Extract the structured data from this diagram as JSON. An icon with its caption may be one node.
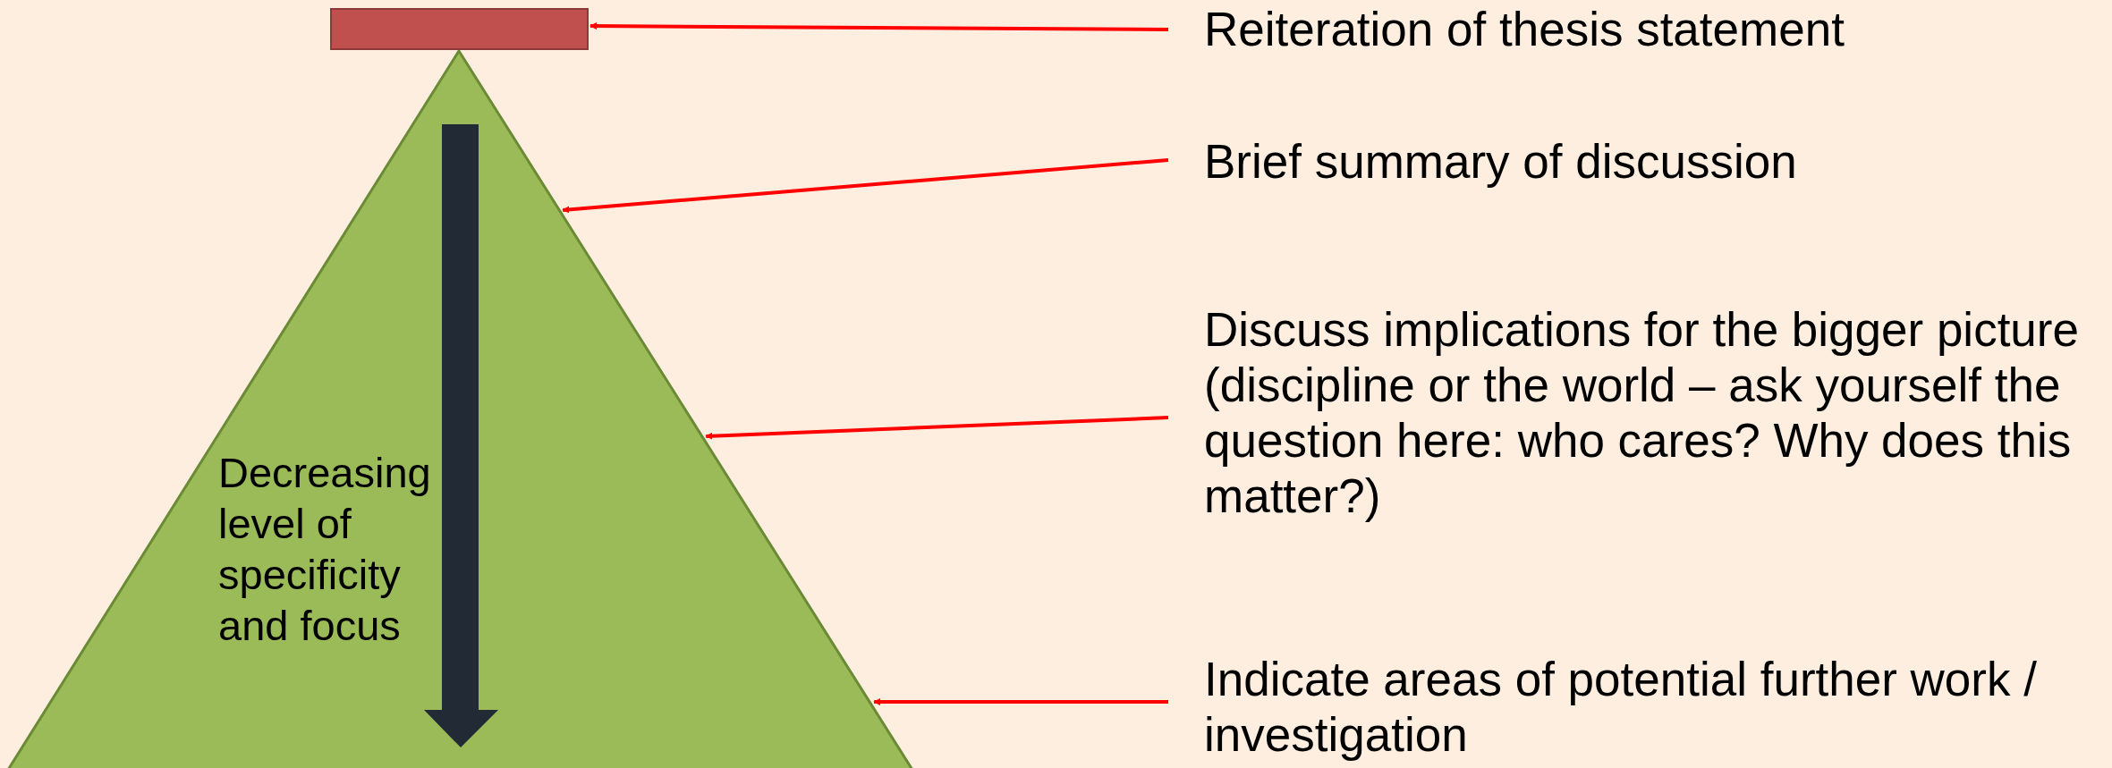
{
  "diagram": {
    "nodes": [
      {
        "text": [],
        "shape": "box"
      },
      {
        "text": [
          "Decreasing level of specificity and focus"
        ]
      },
      {
        "text": [
          "Reiteration of thesis statement"
        ]
      },
      {
        "text": [
          "Brief summary of discussion"
        ]
      },
      {
        "text": [
          "Discuss implications for the bigger picture (discipline or the world – ask yourself the question here: who cares? Why does this matter?)"
        ]
      },
      {
        "text": [
          "Indicate areas of potential further work / investigation"
        ]
      }
    ],
    "edges": [
      {
        "from": 2,
        "to": 0,
        "arrow": "to",
        "color": "#ff0000"
      },
      {
        "from": 3,
        "to": 1,
        "arrow": "to",
        "color": "#ff0000"
      },
      {
        "from": 4,
        "to": 1,
        "arrow": "to",
        "color": "#ff0000"
      },
      {
        "from": 5,
        "to": 1,
        "arrow": "to",
        "color": "#ff0000"
      }
    ]
  }
}
